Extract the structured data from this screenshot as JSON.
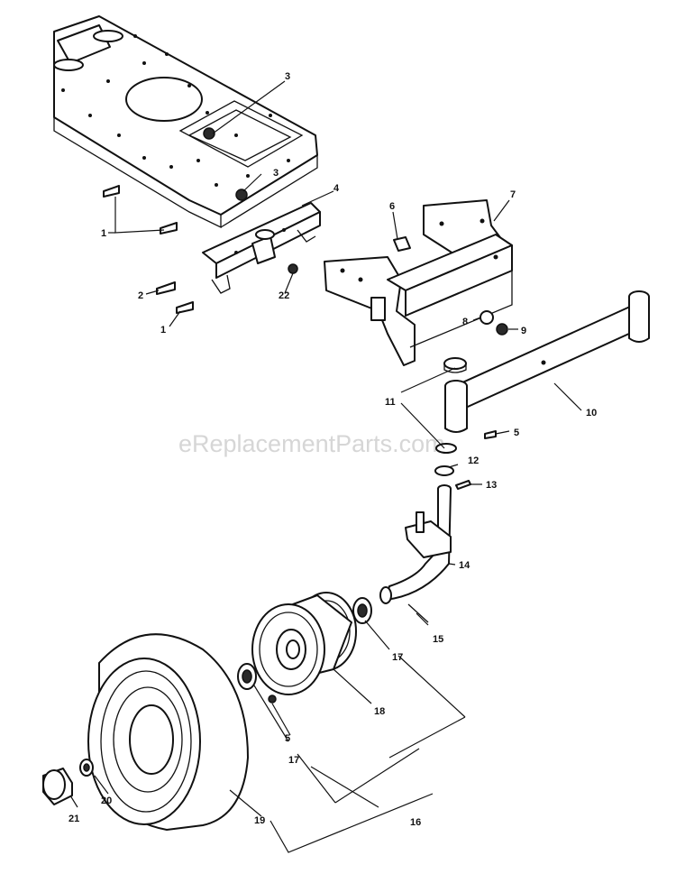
{
  "watermark": "eReplacementParts.com",
  "callouts": {
    "c1a": "1",
    "c1b": "1",
    "c2": "2",
    "c3a": "3",
    "c3b": "3",
    "c4": "4",
    "c5a": "5",
    "c5b": "5",
    "c6": "6",
    "c7": "7",
    "c8": "8",
    "c9": "9",
    "c10": "10",
    "c11": "11",
    "c12": "12",
    "c13": "13",
    "c14": "14",
    "c15": "15",
    "c16": "16",
    "c17a": "17",
    "c17b": "17",
    "c18": "18",
    "c19": "19",
    "c20": "20",
    "c21": "21",
    "c22": "22"
  }
}
